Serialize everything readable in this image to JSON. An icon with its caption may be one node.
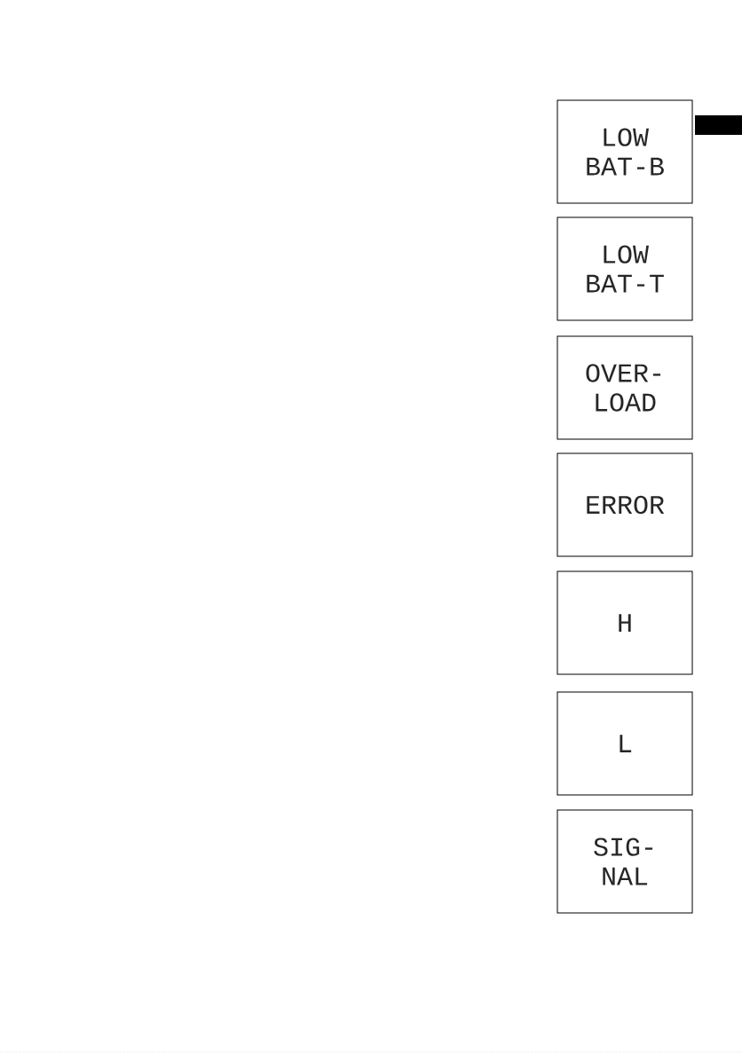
{
  "diagram": {
    "nodes": [
      {
        "text": [
          "LOW BAT-B"
        ]
      },
      {
        "text": [
          "LOW BAT-T"
        ]
      },
      {
        "text": [
          "OVER- LOAD"
        ]
      },
      {
        "text": [
          "ERROR"
        ]
      },
      {
        "text": [
          "H"
        ]
      },
      {
        "text": [
          "L"
        ]
      },
      {
        "text": [
          "SIG- NAL"
        ]
      }
    ]
  }
}
